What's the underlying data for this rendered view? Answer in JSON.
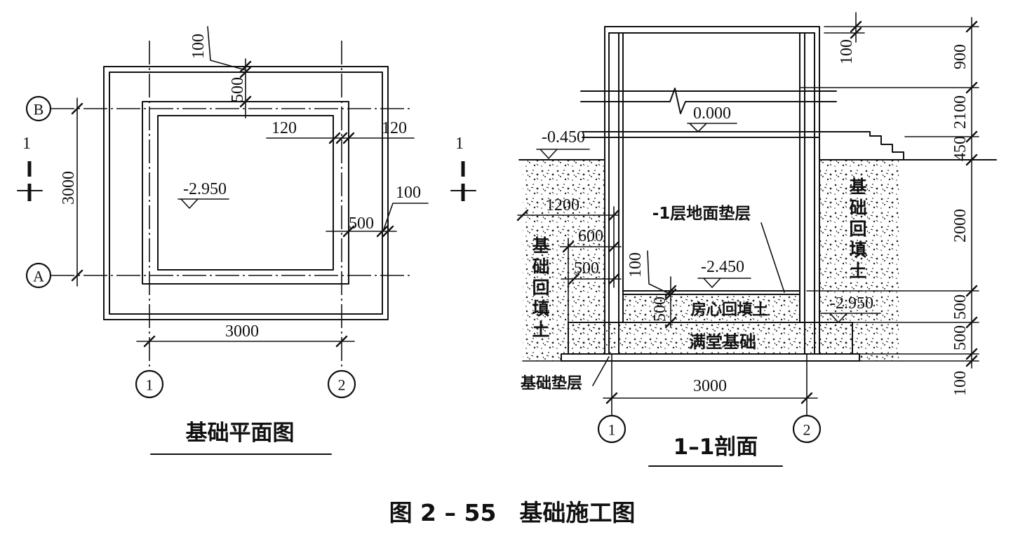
{
  "plan": {
    "title": "基础平面图",
    "axis_labels": {
      "b": "B",
      "a": "A",
      "col_1": "1",
      "col_2": "2"
    },
    "section_mark": "1",
    "dimensions": {
      "top_offset": "100",
      "top_foundation": "500",
      "left_span": "3000",
      "wall_inner_half": "120",
      "wall_outer_half": "120",
      "right_offset": "100",
      "right_foundation": "500",
      "bottom_span": "3000"
    },
    "elevation": "-2.950"
  },
  "section": {
    "title": "1–1剖面",
    "section_mark": "1",
    "axis_labels": {
      "col_1": "1",
      "col_2": "2"
    },
    "elevations": {
      "ground_floor": "0.000",
      "outdoor": "-0.450",
      "basement_floor": "-2.450",
      "foundation_top": "-2.950"
    },
    "dimensions": {
      "top_offset": "100",
      "right_column": [
        "900",
        "2100",
        "450",
        "2000",
        "500",
        "500",
        "100"
      ],
      "left_width": "1200",
      "slab_projection": "600",
      "left_lower": "500",
      "floor_layer": "100",
      "room_fill": "500",
      "bottom_span": "3000"
    },
    "labels": {
      "floor_cushion": "-1层地面垫层",
      "room_fill": "房心回填土",
      "raft_foundation": "满堂基础",
      "foundation_cushion": "基础垫层",
      "backfill_left": "基础回填土",
      "backfill_right": "基础回填土"
    }
  },
  "caption": "图 2 – 55　基础施工图"
}
